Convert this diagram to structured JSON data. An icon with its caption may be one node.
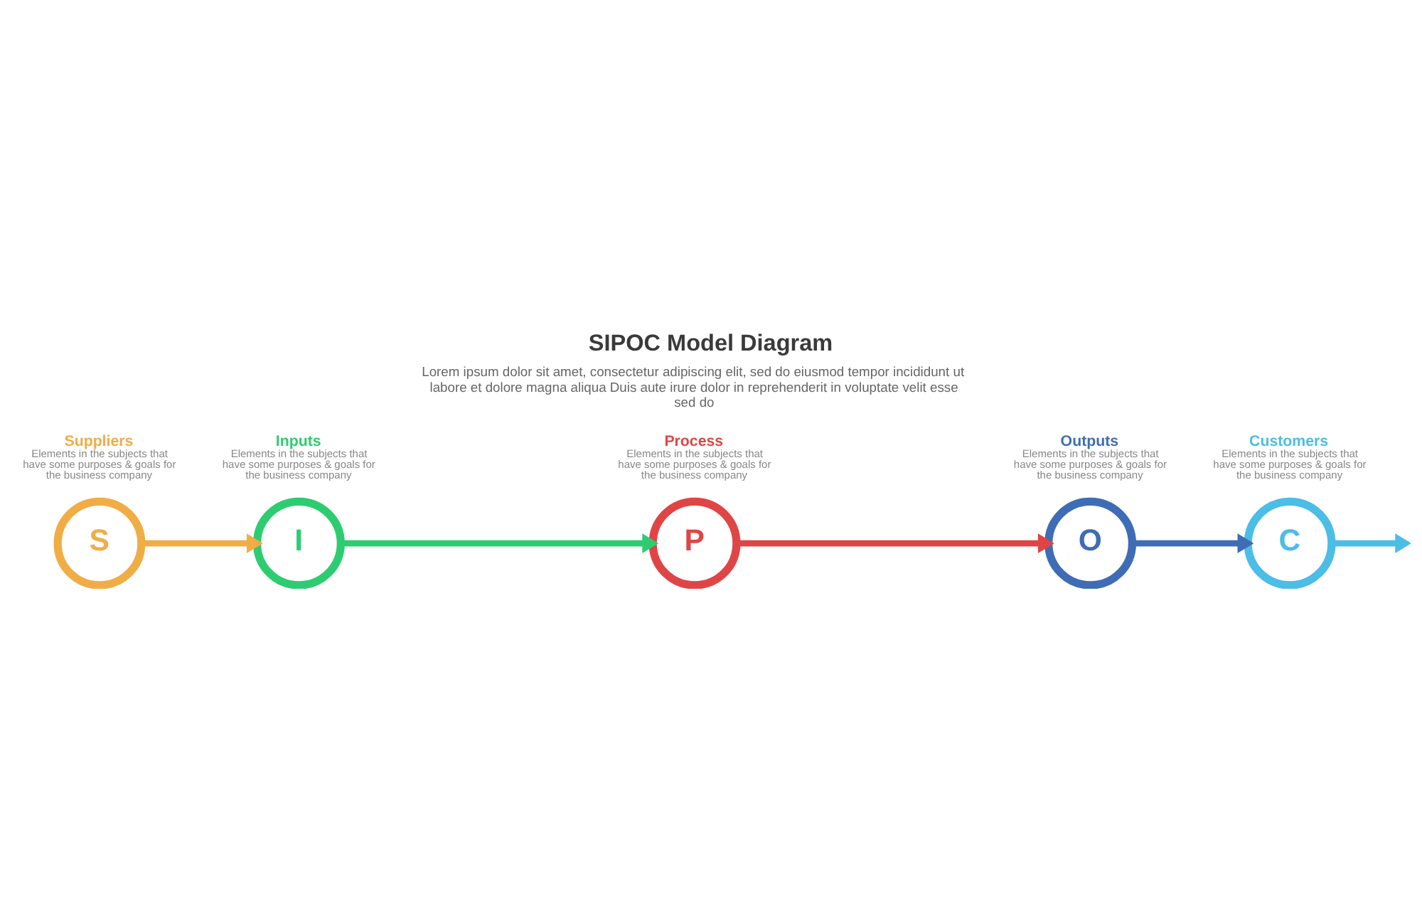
{
  "diagram": {
    "title": "SIPOC Model Diagram",
    "nodes": [
      {
        "text": [
          "S"
        ],
        "beside": [
          "Suppliers",
          "Elements in the subjects that have some purposes & goals for the business company"
        ]
      },
      {
        "text": [
          "I"
        ],
        "beside": [
          "Inputs",
          "Elements in the subjects that have some purposes & goals for the business company"
        ]
      },
      {
        "text": [
          "P"
        ],
        "beside": [
          "Process",
          "Elements in the subjects that have some purposes & goals for the business company"
        ]
      },
      {
        "text": [
          "O"
        ],
        "beside": [
          "Outputs",
          "Elements in the subjects that have some purposes & goals for the business company"
        ]
      },
      {
        "text": [
          "C"
        ],
        "beside": [
          "Customers",
          "Elements in the subjects that have some purposes & goals for the business company"
        ]
      }
    ],
    "edges": [
      {
        "from": 0,
        "to": 1,
        "arrow": "to",
        "color": "#f0ad45"
      },
      {
        "from": 1,
        "to": 2,
        "arrow": "to",
        "color": "#2ecc71"
      },
      {
        "from": 2,
        "to": 3,
        "arrow": "to",
        "color": "#e04546"
      },
      {
        "from": 3,
        "to": 4,
        "arrow": "to",
        "color": "#3f6db5"
      },
      {
        "from": 4,
        "to": null,
        "arrow": "to",
        "color": "#4bbde6"
      }
    ],
    "labels": [
      "Lorem ipsum dolor sit amet, consectetur adipiscing elit, sed do eiusmod tempor incididunt ut labore et dolore magna aliqua Duis aute irure dolor in reprehenderit in voluptate velit esse sed do"
    ]
  }
}
